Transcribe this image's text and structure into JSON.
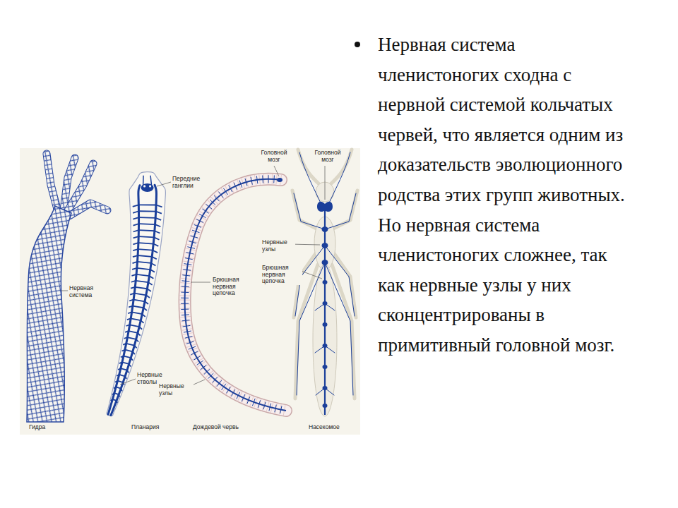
{
  "diagram": {
    "labels": [
      "Нервная система членистоногих сходна с нервной системой кольчатых червей, что является одним из доказательств эволюционного родства этих групп животных.",
      "Но нервная система членистоногих сложнее, так как нервные узлы у них сконцентрированы в примитивный головной мозг.",
      "Головной мозг",
      "Головной мозг",
      "Передние ганглии",
      "Нервные узлы",
      "Брюшная нервная цепочка",
      "Брюшная нервная цепочка",
      "Нервная система",
      "Нервные стволы",
      "Нервные узлы",
      "Гидра",
      "Планария",
      "Дождевой червь",
      "Насекомое"
    ]
  }
}
